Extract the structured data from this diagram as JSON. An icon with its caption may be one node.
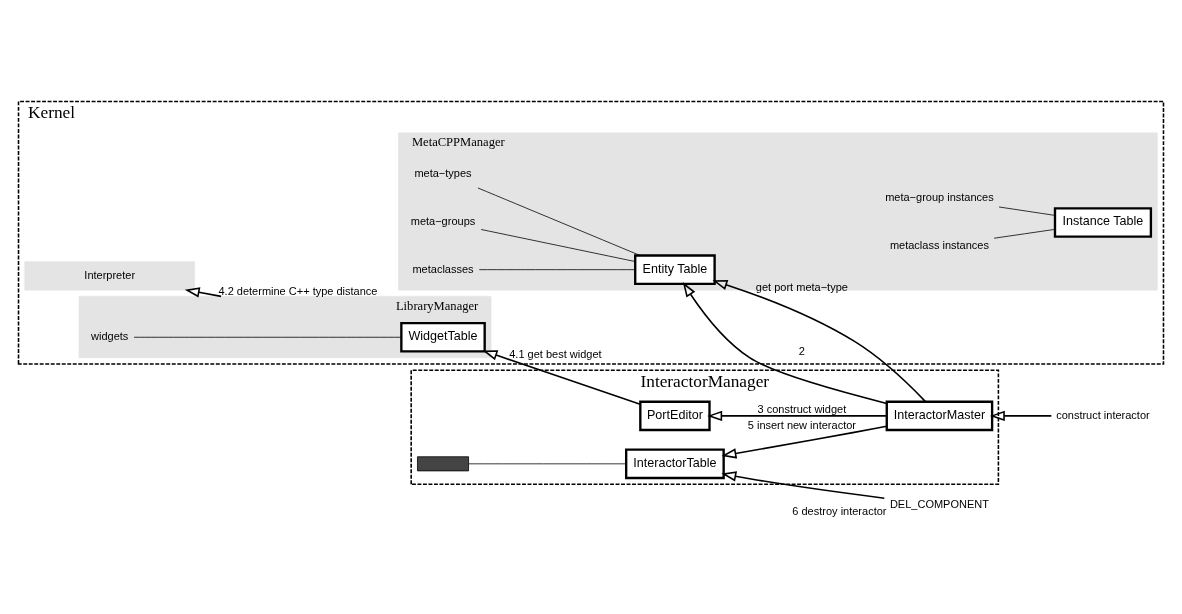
{
  "diagram": {
    "nodes": [
      {
        "text": [
          "Kernel"
        ]
      },
      {
        "text": [
          "Interpreter"
        ],
        "in": 0
      },
      {
        "text": [
          "LibraryManager"
        ],
        "in": 0
      },
      {
        "text": [
          "WidgetTable"
        ],
        "in": 2
      },
      {
        "text": [
          "widgets"
        ],
        "in": 2
      },
      {
        "text": [
          "MetaCPPManager"
        ],
        "in": 0
      },
      {
        "text": [
          "Entity Table"
        ],
        "in": 5
      },
      {
        "text": [
          "metaclasses"
        ],
        "in": 5
      },
      {
        "text": [
          "meta−groups"
        ],
        "in": 5
      },
      {
        "text": [
          "meta−types"
        ],
        "in": 5
      },
      {
        "text": [
          "Instance Table"
        ],
        "in": 5
      },
      {
        "text": [
          "metaclass instances"
        ],
        "in": 5
      },
      {
        "text": [
          "meta−group instances"
        ],
        "in": 5
      },
      {
        "text": [
          "InteractorManager"
        ]
      },
      {
        "text": [
          "InteractorMaster"
        ],
        "in": 13
      },
      {
        "text": [
          "PortEditor"
        ],
        "in": 13
      },
      {
        "text": [
          "InteractorTable"
        ],
        "in": 13
      },
      {
        "text": [],
        "shape": "box",
        "in": 13
      },
      {
        "text": [
          "construct interactor"
        ]
      },
      {
        "text": [
          "DEL_COMPONENT"
        ]
      }
    ],
    "edges": [
      {
        "from": 2,
        "to": 1,
        "arrow": "to",
        "label": "4.2 determine C++ type distance"
      },
      {
        "from": 3,
        "to": 4,
        "arrow": "none"
      },
      {
        "from": 15,
        "to": 3,
        "arrow": "to",
        "label": "4.1 get best widget"
      },
      {
        "from": 14,
        "to": 6,
        "arrow": "to",
        "label": "get port meta−type"
      },
      {
        "from": 14,
        "to": 6,
        "arrow": "to",
        "label": "2"
      },
      {
        "from": 6,
        "to": 7,
        "arrow": "none"
      },
      {
        "from": 6,
        "to": 8,
        "arrow": "none"
      },
      {
        "from": 6,
        "to": 9,
        "arrow": "none"
      },
      {
        "from": 10,
        "to": 11,
        "arrow": "none"
      },
      {
        "from": 10,
        "to": 12,
        "arrow": "none"
      },
      {
        "from": 14,
        "to": 15,
        "arrow": "to",
        "label": "3 construct widget"
      },
      {
        "from": 14,
        "to": 16,
        "arrow": "to",
        "label": "5 insert new interactor"
      },
      {
        "from": 16,
        "to": 17,
        "arrow": "none"
      },
      {
        "from": 18,
        "to": 14,
        "arrow": "to"
      },
      {
        "from": 19,
        "to": 16,
        "arrow": "to",
        "label": "6 destroy interactor"
      }
    ]
  }
}
